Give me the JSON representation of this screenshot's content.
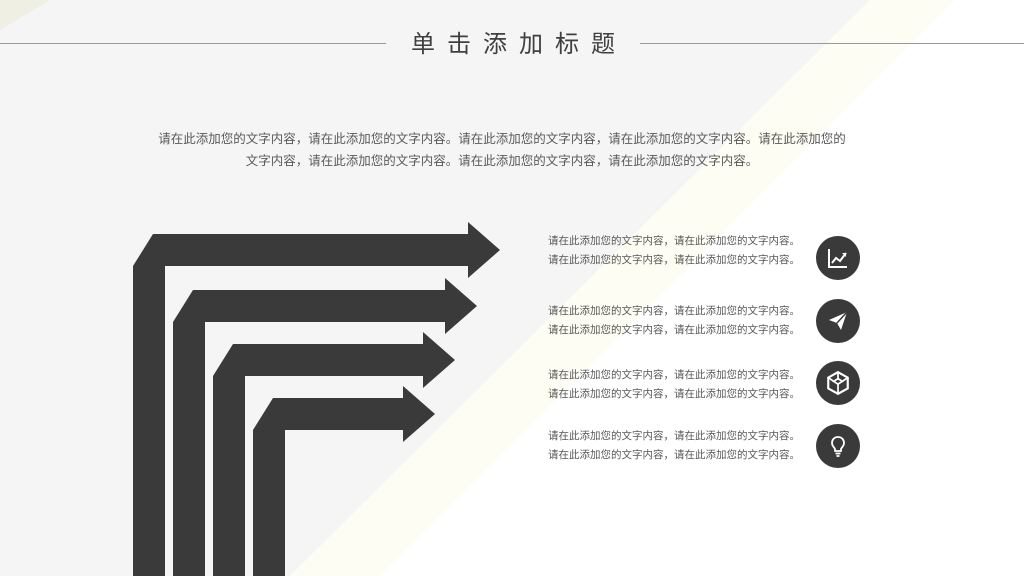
{
  "slide": {
    "title": "单击添加标题",
    "intro_lines": [
      "请在此添加您的文字内容，请在此添加您的文字内容。请在此添加您的文字内容，请在此添加您的文字内容。请在此添加您的",
      "文字内容，请在此添加您的文字内容。请在此添加您的文字内容，请在此添加您的文字内容。"
    ]
  },
  "items": [
    {
      "line1": "请在此添加您的文字内容，请在此添加您的文字内容。",
      "line2": "请在此添加您的文字内容，请在此添加您的文字内容。",
      "icon": "line-chart-icon"
    },
    {
      "line1": "请在此添加您的文字内容，请在此添加您的文字内容。",
      "line2": "请在此添加您的文字内容，请在此添加您的文字内容。",
      "icon": "paper-plane-icon"
    },
    {
      "line1": "请在此添加您的文字内容，请在此添加您的文字内容。",
      "line2": "请在此添加您的文字内容，请在此添加您的文字内容。",
      "icon": "cube-icon"
    },
    {
      "line1": "请在此添加您的文字内容，请在此添加您的文字内容。",
      "line2": "请在此添加您的文字内容，请在此添加您的文字内容。",
      "icon": "lightbulb-icon"
    }
  ],
  "colors": {
    "dark": "#3a3a3a",
    "text": "#595959",
    "line": "#9a9a9a",
    "bg_gray": "#f5f5f5",
    "bg_cream": "#fdfdf3"
  }
}
